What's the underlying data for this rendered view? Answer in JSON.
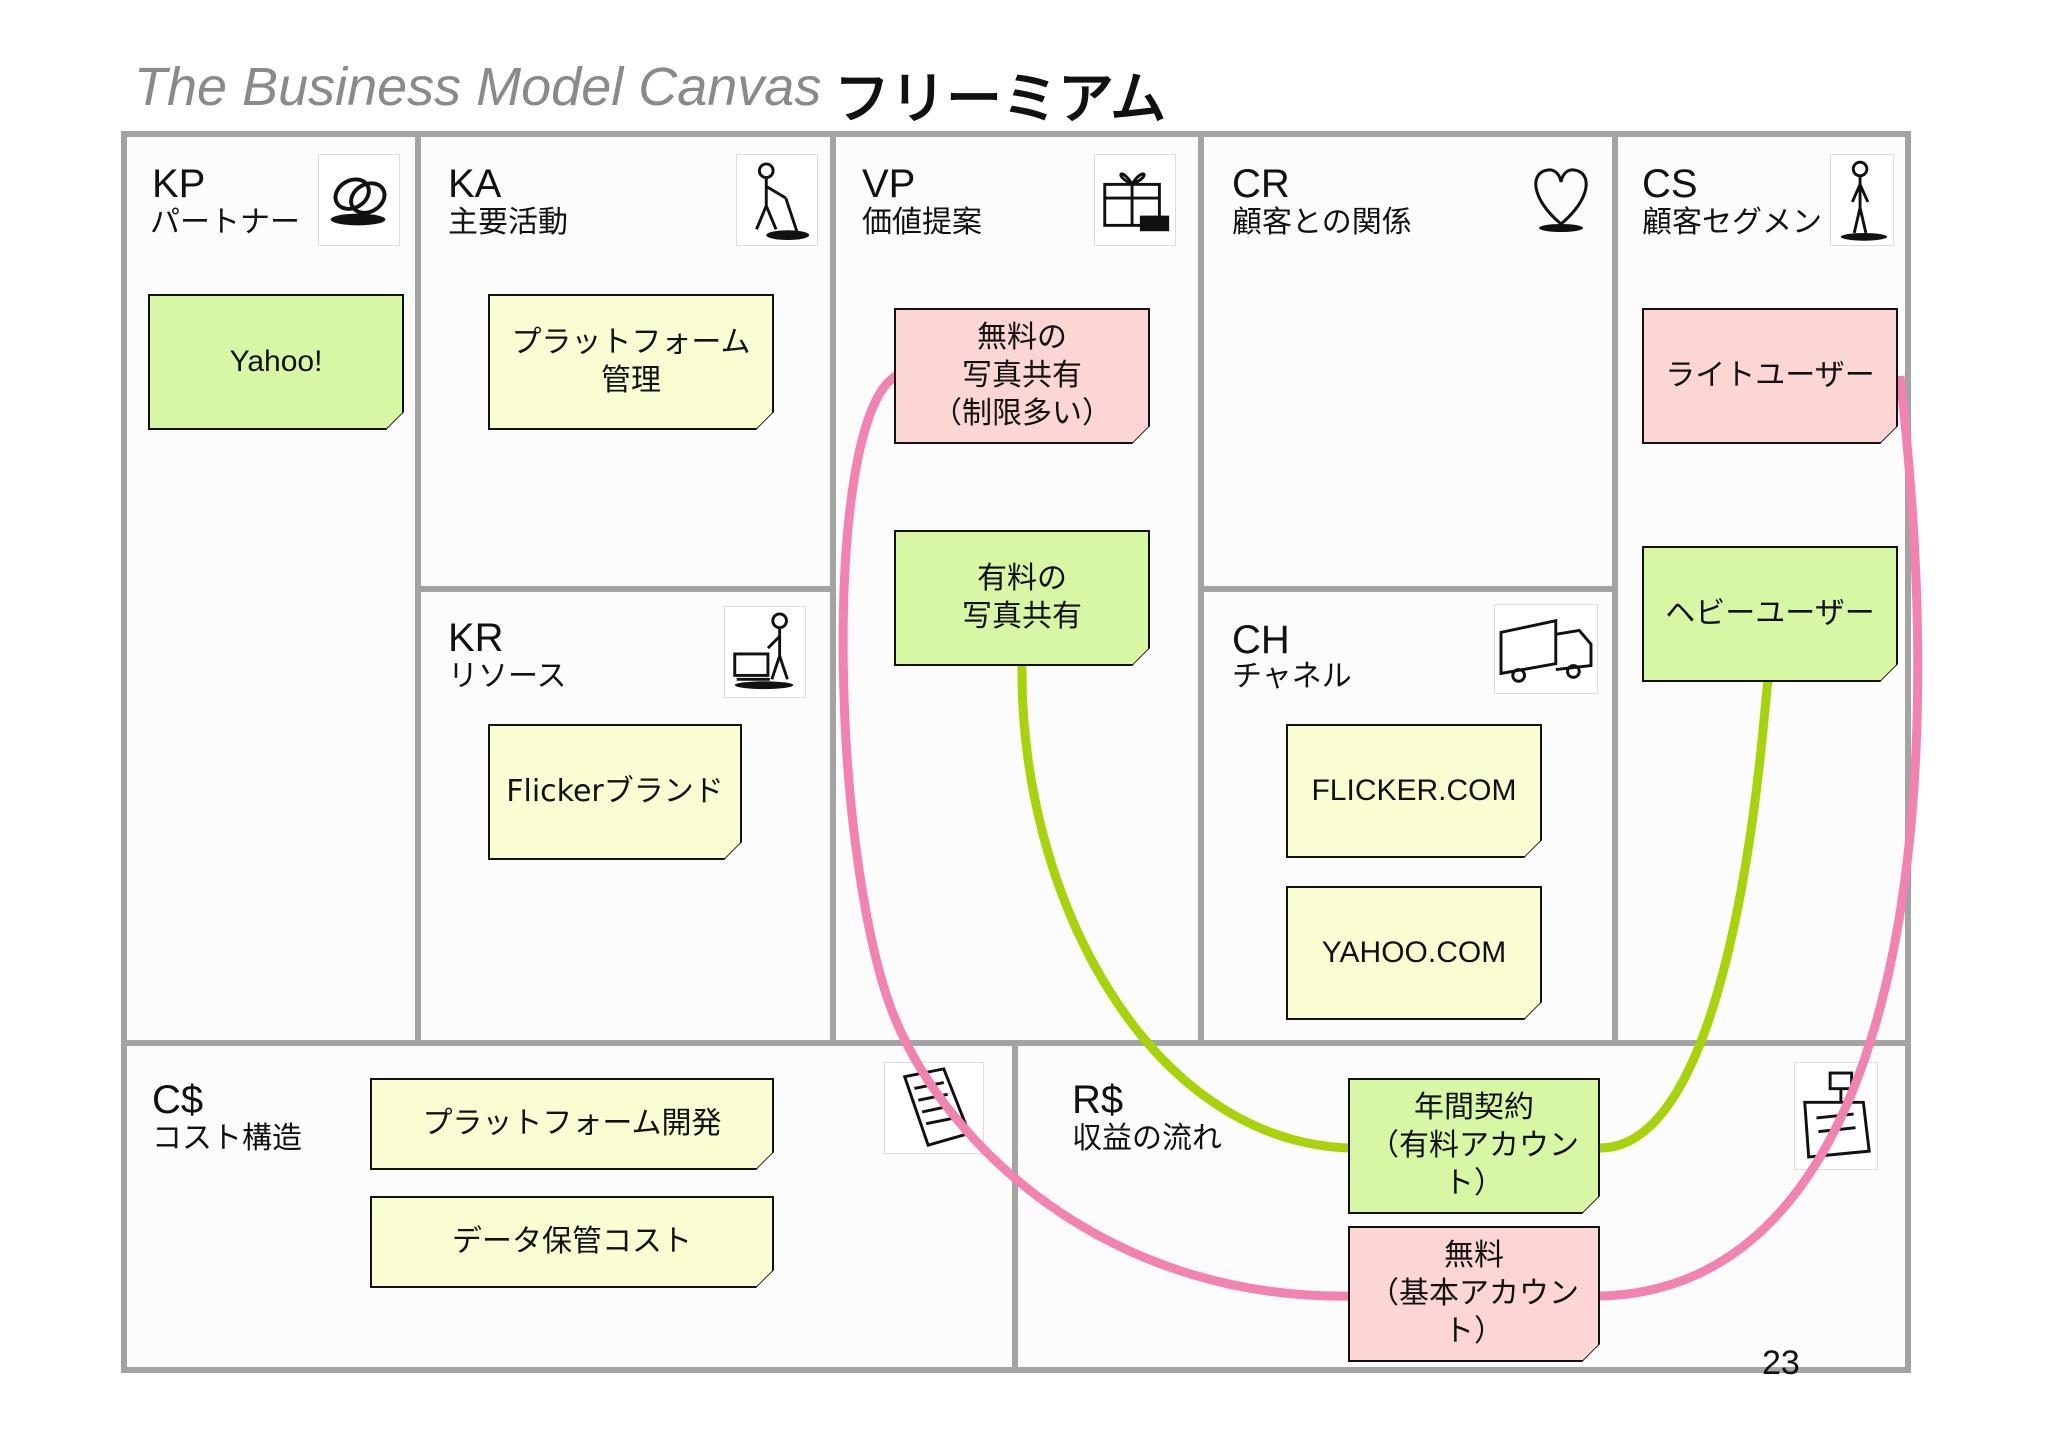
{
  "title": {
    "english": "The Business Model Canvas",
    "japanese": "フリーミアム"
  },
  "page_number": "23",
  "colors": {
    "frame": "#a3a3a3",
    "note_yellow": "#fafcd2",
    "note_green": "#d8f7a4",
    "note_pink": "#fbd6d5",
    "line_pink": "#f282b0",
    "line_green": "#a8d20a"
  },
  "blocks": {
    "kp": {
      "code": "KP",
      "name": "パートナー",
      "icon": "chain-links-icon"
    },
    "ka": {
      "code": "KA",
      "name": "主要活動",
      "icon": "worker-icon"
    },
    "kr": {
      "code": "KR",
      "name": "リソース",
      "icon": "person-with-machine-icon"
    },
    "vp": {
      "code": "VP",
      "name": "価値提案",
      "icon": "gift-box-icon"
    },
    "cr": {
      "code": "CR",
      "name": "顧客との関係",
      "icon": "heart-icon"
    },
    "ch": {
      "code": "CH",
      "name": "チャネル",
      "icon": "delivery-truck-icon"
    },
    "cs": {
      "code": "CS",
      "name": "顧客セグメント",
      "icon": "standing-person-icon"
    },
    "cost": {
      "code": "C$",
      "name": "コスト構造",
      "icon": "receipt-icon"
    },
    "revenue": {
      "code": "R$",
      "name": "収益の流れ",
      "icon": "cash-register-icon"
    }
  },
  "notes": {
    "kp_yahoo": {
      "text": "Yahoo!",
      "color": "green"
    },
    "ka_platform": {
      "text": "プラットフォーム\n管理",
      "color": "yellow"
    },
    "kr_brand": {
      "text": "Flickerブランド",
      "color": "yellow"
    },
    "vp_free": {
      "text": "無料の\n写真共有\n（制限多い）",
      "color": "pink"
    },
    "vp_paid": {
      "text": "有料の\n写真共有",
      "color": "green"
    },
    "ch_flicker": {
      "text": "FLICKER.COM",
      "color": "yellow"
    },
    "ch_yahoo": {
      "text": "YAHOO.COM",
      "color": "yellow"
    },
    "cs_light": {
      "text": "ライトユーザー",
      "color": "pink"
    },
    "cs_heavy": {
      "text": "ヘビーユーザー",
      "color": "green"
    },
    "cost_dev": {
      "text": "プラットフォーム開発",
      "color": "yellow"
    },
    "cost_storage": {
      "text": "データ保管コスト",
      "color": "yellow"
    },
    "rev_annual": {
      "text": "年間契約\n（有料アカウント）",
      "color": "green"
    },
    "rev_free": {
      "text": "無料\n（基本アカウント）",
      "color": "pink"
    }
  }
}
